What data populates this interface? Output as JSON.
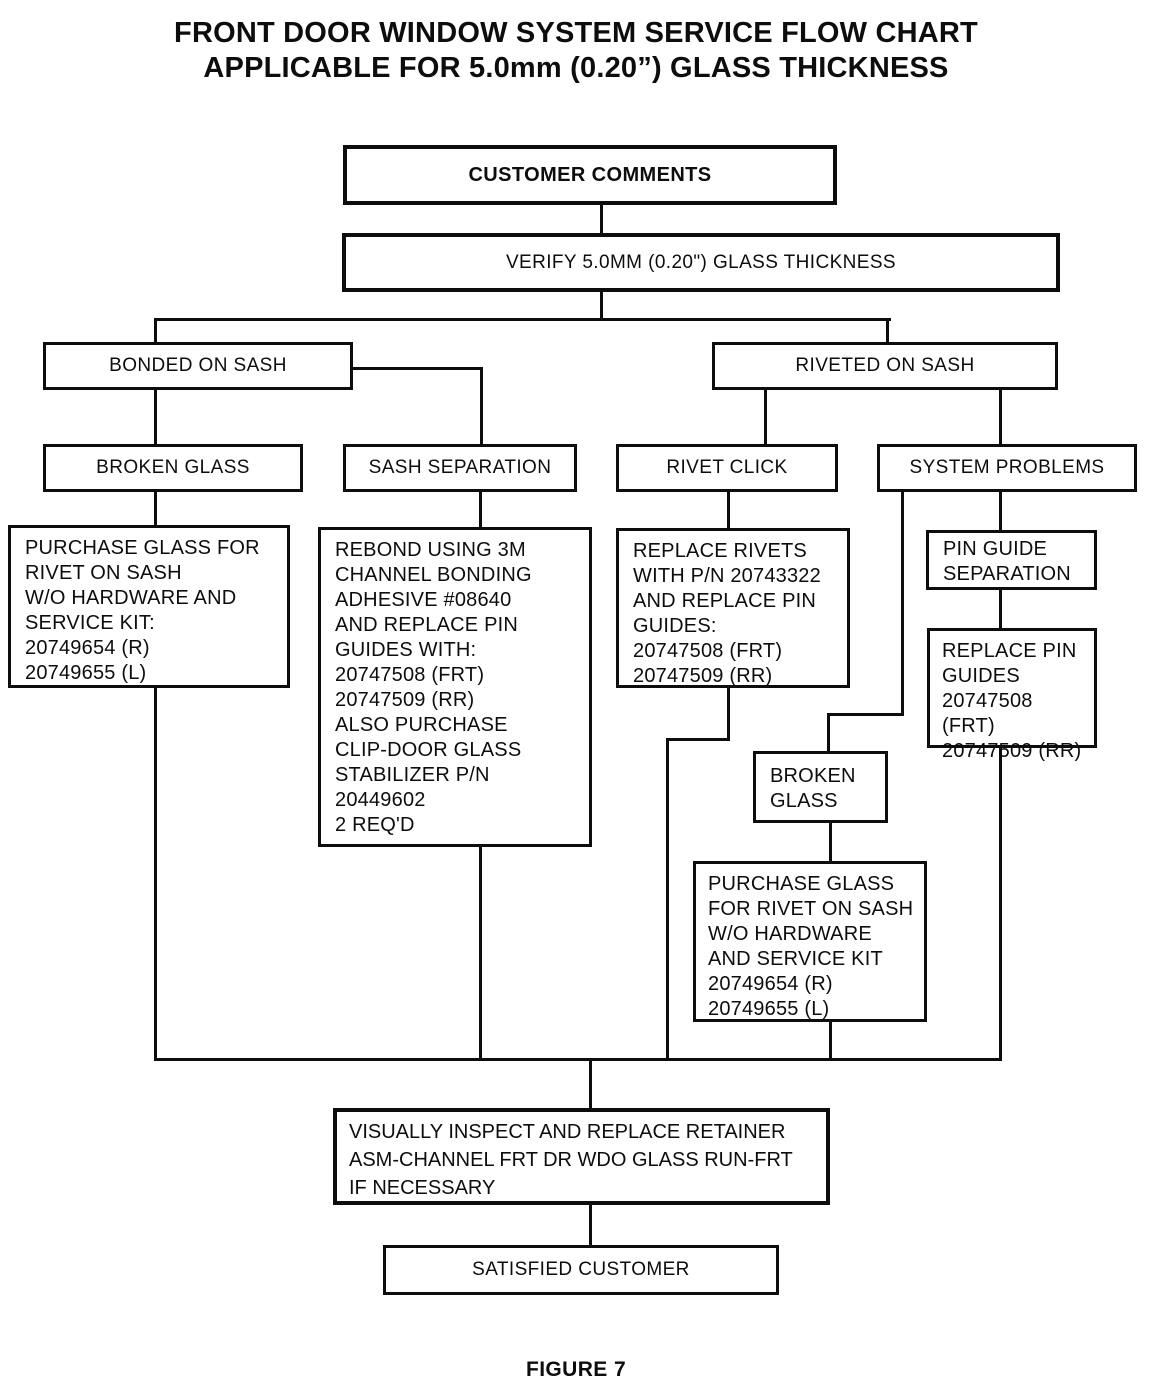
{
  "title": {
    "line1": "FRONT DOOR WINDOW SYSTEM SERVICE FLOW CHART",
    "line2": "APPLICABLE FOR 5.0mm (0.20”) GLASS THICKNESS"
  },
  "figure_caption": "FIGURE 7",
  "colors": {
    "ink": "#0d0d0d",
    "paper": "#ffffff"
  },
  "nodes": {
    "customer_comments": "CUSTOMER COMMENTS",
    "verify": "VERIFY 5.0MM (0.20\") GLASS THICKNESS",
    "bonded_on_sash": "BONDED ON SASH",
    "riveted_on_sash": "RIVETED ON SASH",
    "broken_glass_left": "BROKEN GLASS",
    "sash_separation": "SASH SEPARATION",
    "rivet_click": "RIVET CLICK",
    "system_problems": "SYSTEM PROBLEMS",
    "purchase_glass_left": [
      "PURCHASE GLASS FOR",
      "RIVET ON SASH",
      "W/O HARDWARE AND",
      "SERVICE KIT:",
      "20749654 (R)",
      "20749655 (L)"
    ],
    "rebond": [
      "REBOND USING 3M",
      "CHANNEL BONDING",
      "ADHESIVE #08640",
      "AND REPLACE PIN",
      "GUIDES WITH:",
      "20747508 (FRT)",
      "20747509 (RR)",
      "ALSO PURCHASE",
      "CLIP-DOOR GLASS",
      "STABILIZER P/N",
      "20449602",
      "2 REQ'D"
    ],
    "replace_rivets": [
      "REPLACE RIVETS",
      "WITH P/N 20743322",
      "AND REPLACE PIN",
      "GUIDES:",
      "20747508 (FRT)",
      "20747509 (RR)"
    ],
    "pin_guide_separation": [
      "PIN GUIDE",
      "SEPARATION"
    ],
    "replace_pin_guides": [
      "REPLACE PIN",
      "GUIDES",
      "20747508 (FRT)",
      "20747509 (RR)"
    ],
    "broken_glass_right": [
      "BROKEN",
      "GLASS"
    ],
    "purchase_glass_right": [
      "PURCHASE GLASS",
      "FOR RIVET ON SASH",
      "W/O HARDWARE",
      "AND SERVICE KIT",
      "20749654 (R)",
      "20749655 (L)"
    ],
    "visually_inspect": [
      "VISUALLY INSPECT AND REPLACE RETAINER",
      "ASM-CHANNEL FRT DR WDO GLASS RUN-FRT",
      "IF NECESSARY"
    ],
    "satisfied_customer": "SATISFIED CUSTOMER"
  }
}
